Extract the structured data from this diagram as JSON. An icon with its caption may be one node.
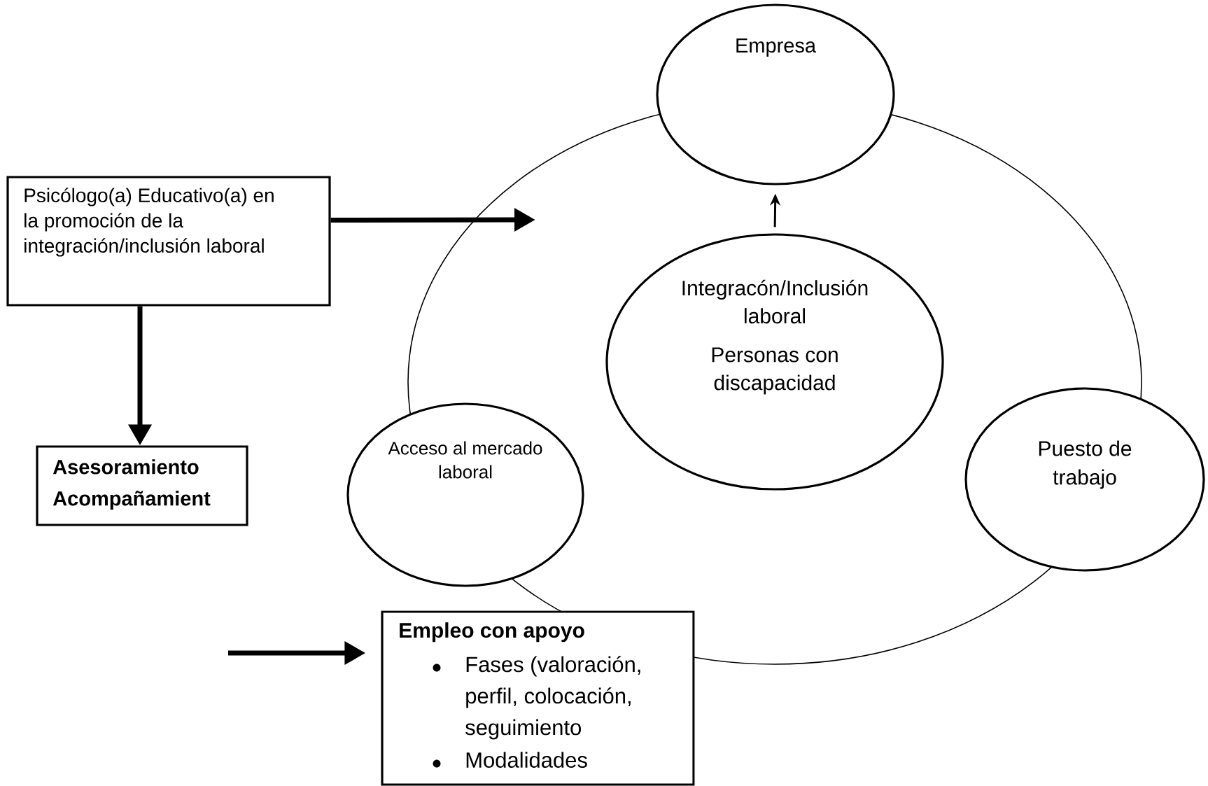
{
  "diagram": {
    "nodes": [
      {
        "text": [],
        "shape": "ellipse"
      },
      {
        "text": [
          "Empresa"
        ]
      },
      {
        "text": [
          "Integracón/Inclusión laboral",
          "Personas con discapacidad"
        ],
        "in": 0
      },
      {
        "text": [
          "Acceso al mercado laboral"
        ]
      },
      {
        "text": [
          "Puesto de trabajo"
        ]
      },
      {
        "text": [
          "Psicólogo(a) Educativo(a) en la promoción de la integración/inclusión laboral"
        ]
      },
      {
        "text": [
          "Asesoramiento Acompañamient"
        ]
      },
      {
        "text": [
          "Empleo con apoyo",
          "Fases (valoración, perfil, colocación, seguimiento",
          "Modalidades"
        ]
      }
    ],
    "edges": [
      {
        "from": 5,
        "to": 0,
        "arrow": "to"
      },
      {
        "from": 5,
        "to": 6,
        "arrow": "to"
      },
      {
        "from": 2,
        "to": 1,
        "arrow": "to"
      },
      {
        "from": null,
        "to": 7,
        "arrow": "to"
      }
    ]
  }
}
